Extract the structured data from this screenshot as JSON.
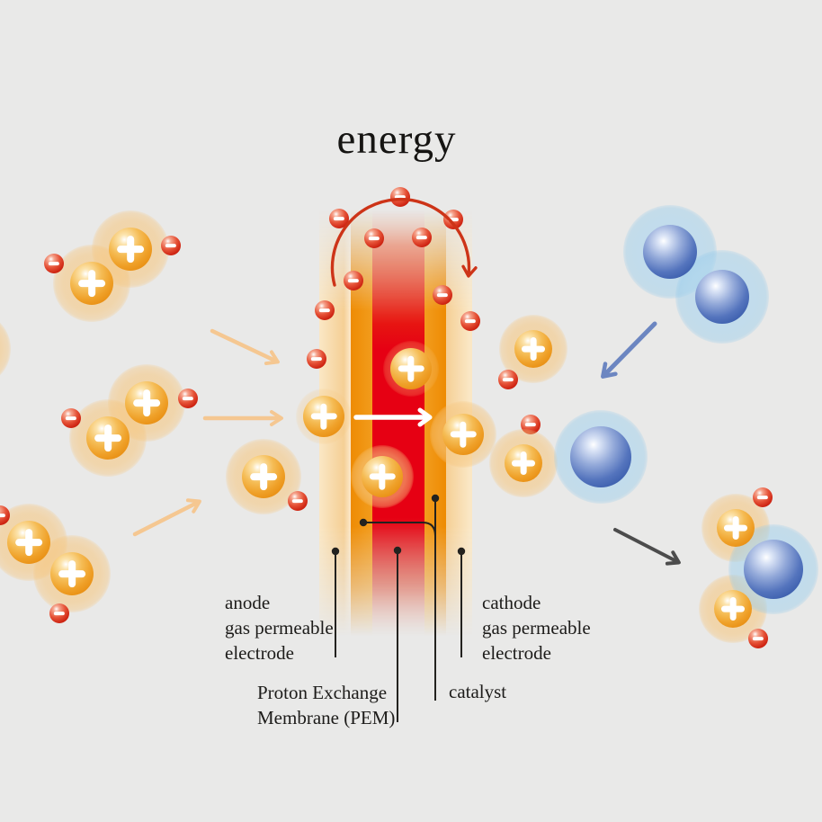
{
  "title": "energy",
  "labels": {
    "anode": [
      "anode",
      "gas permeable",
      "electrode"
    ],
    "cathode": [
      "cathode",
      "gas permeable",
      "electrode"
    ],
    "pem": [
      "Proton Exchange",
      "Membrane (PEM)"
    ],
    "catalyst": "catalyst"
  },
  "icons": {
    "proton_sign": "+",
    "electron_sign": "−"
  },
  "colors": {
    "background": "#e9e9e8",
    "proton_orange": "#efa028",
    "particle_halo_orange": "#f6c780",
    "electron_red": "#cf2614",
    "oxygen_blue": "#3a5dac",
    "oxygen_halo_blue": "#a8d4ee",
    "electrode_band_pale": "#f5cf95",
    "catalyst_band_orange": "#ee8b03",
    "pem_band_red": "#e60013",
    "hydrogen_arrow_peach": "#f5c791",
    "oxygen_arrow_blue": "#6c86c1",
    "water_arrow_dark": "#4c4c4c",
    "electron_arc_red": "#cd3418",
    "proton_path_arrow": "#ffffff",
    "text": "#1d1c1a"
  }
}
